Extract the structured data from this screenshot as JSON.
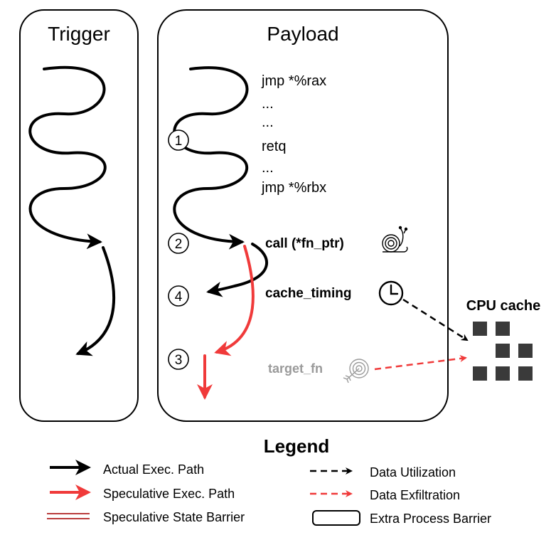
{
  "panels": {
    "trigger_title": "Trigger",
    "payload_title": "Payload"
  },
  "code_lines": [
    "jmp *%rax",
    "...",
    "...",
    "retq",
    "...",
    "jmp *%rbx"
  ],
  "steps": {
    "step1": "1",
    "step2": "2",
    "step3": "3",
    "step4": "4"
  },
  "labels": {
    "call": "call (*fn_ptr)",
    "cache_timing": "cache_timing",
    "target_fn": "target_fn",
    "cpu_cache": "CPU cache"
  },
  "icons": {
    "slow": "snail-icon",
    "timer": "clock-icon",
    "target": "target-icon"
  },
  "legend": {
    "title": "Legend",
    "actual": "Actual Exec. Path",
    "speculative": "Speculative Exec. Path",
    "barrier": "Speculative State Barrier",
    "utilization": "Data Utilization",
    "exfiltration": "Data Exfiltration",
    "process_barrier": "Extra Process Barrier"
  },
  "colors": {
    "actual": "#000000",
    "speculative": "#f03a3a",
    "barrier": "#b02020",
    "muted_text": "#9a9a9a",
    "cache_cell": "#3a3a3a"
  }
}
